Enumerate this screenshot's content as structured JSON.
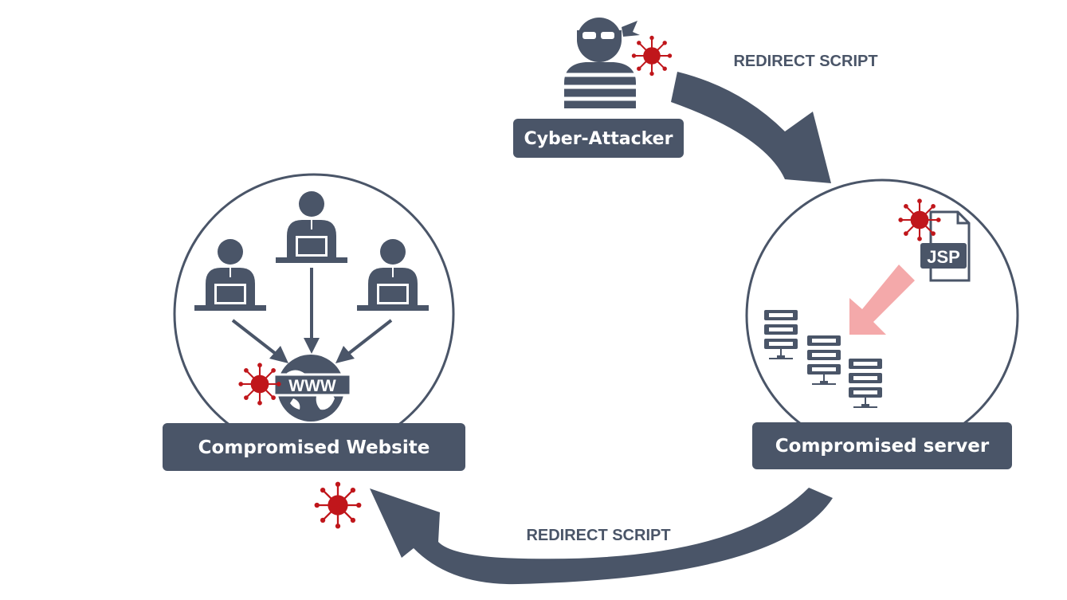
{
  "diagram": {
    "colors": {
      "primary": "#4a5568",
      "virus": "#c0161b",
      "highlight_arrow": "#f4a9aa",
      "background": "#ffffff"
    },
    "nodes": {
      "attacker": {
        "label": "Cyber-Attacker",
        "icon": "hacker-icon"
      },
      "server": {
        "label": "Compromised server",
        "icon": "server-rack-icon",
        "file_label": "JSP"
      },
      "website": {
        "label": "Compromised Website",
        "icon": "globe-icon",
        "globe_label": "WWW"
      }
    },
    "edges": [
      {
        "from": "attacker",
        "to": "server",
        "label": "REDIRECT SCRIPT"
      },
      {
        "from": "server",
        "to": "website",
        "label": "REDIRECT SCRIPT"
      }
    ]
  }
}
